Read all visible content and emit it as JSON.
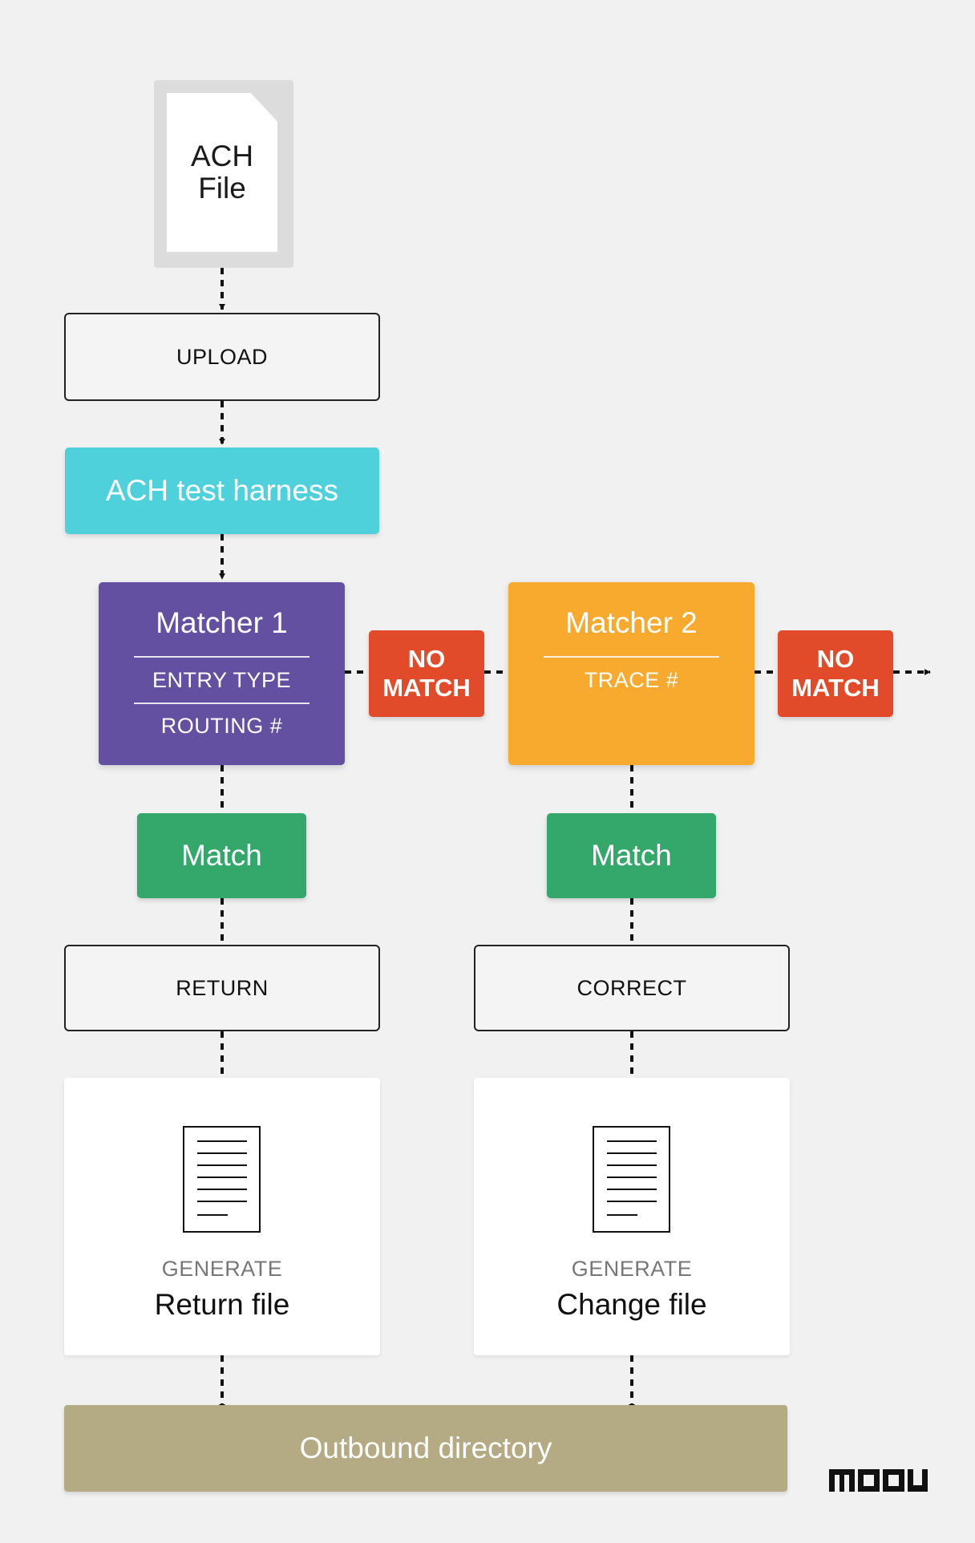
{
  "colors": {
    "background": "#f1f1f1",
    "harness": "#4fd1dc",
    "matcher_1": "#6350a0",
    "matcher_2": "#f8aa2e",
    "no_match": "#e24b2a",
    "match": "#34a86b",
    "outbound": "#b4aa84",
    "arrow": "#111111"
  },
  "source_file": {
    "line1": "ACH",
    "line2": "File"
  },
  "upload": {
    "label": "UPLOAD"
  },
  "harness": {
    "label": "ACH test harness"
  },
  "matcher_1": {
    "title": "Matcher 1",
    "fields": [
      "ENTRY TYPE",
      "ROUTING #"
    ]
  },
  "matcher_2": {
    "title": "Matcher 2",
    "fields": [
      "TRACE #"
    ]
  },
  "no_match_1": {
    "line1": "NO",
    "line2": "MATCH"
  },
  "no_match_2": {
    "line1": "NO",
    "line2": "MATCH"
  },
  "match_1": {
    "label": "Match"
  },
  "match_2": {
    "label": "Match"
  },
  "action_1": {
    "label": "RETURN"
  },
  "action_2": {
    "label": "CORRECT"
  },
  "generate_1": {
    "subtitle": "GENERATE",
    "title": "Return file",
    "icon": "document-icon"
  },
  "generate_2": {
    "subtitle": "GENERATE",
    "title": "Change file",
    "icon": "document-icon"
  },
  "outbound": {
    "label": "Outbound directory"
  },
  "logo": {
    "text": "moov"
  }
}
